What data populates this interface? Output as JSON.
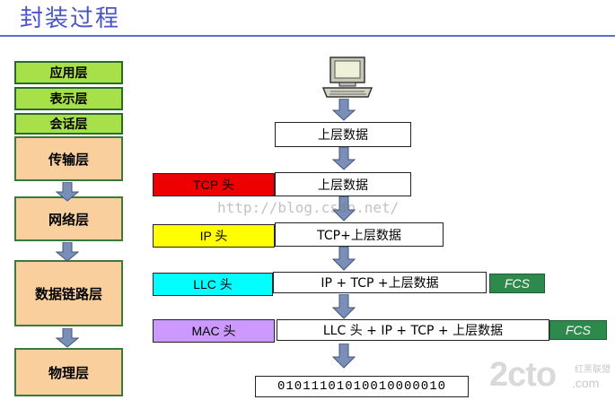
{
  "title": "封装过程",
  "layers": {
    "application": "应用层",
    "presentation": "表示层",
    "session": "会话层",
    "transport": "传输层",
    "network": "网络层",
    "datalink": "数据链路层",
    "physical": "物理层"
  },
  "rows": {
    "upper_data": "上层数据",
    "tcp_header": "TCP 头",
    "tcp_payload": "上层数据",
    "ip_header": "IP 头",
    "ip_payload": "TCP+上层数据",
    "llc_header": "LLC 头",
    "llc_payload": "IP + TCP +上层数据",
    "llc_fcs": "FCS",
    "mac_header": "MAC 头",
    "mac_payload": "LLC 头 + IP + TCP + 上层数据",
    "mac_fcs": "FCS",
    "bits": "01011101010010000010"
  },
  "watermark": "http://blog.csdn.net/",
  "logo": {
    "main": "2cto",
    "tag": "红黑联盟",
    "domain": ".com"
  },
  "colors": {
    "tcp_header": "#ee0000",
    "ip_header": "#ffff00",
    "llc_header": "#00ffff",
    "mac_header": "#cc99ff",
    "fcs": "#2e8a4c",
    "layer_green": "#a8e04a",
    "layer_orange": "#f8cf9d",
    "title": "#4a55c8"
  }
}
